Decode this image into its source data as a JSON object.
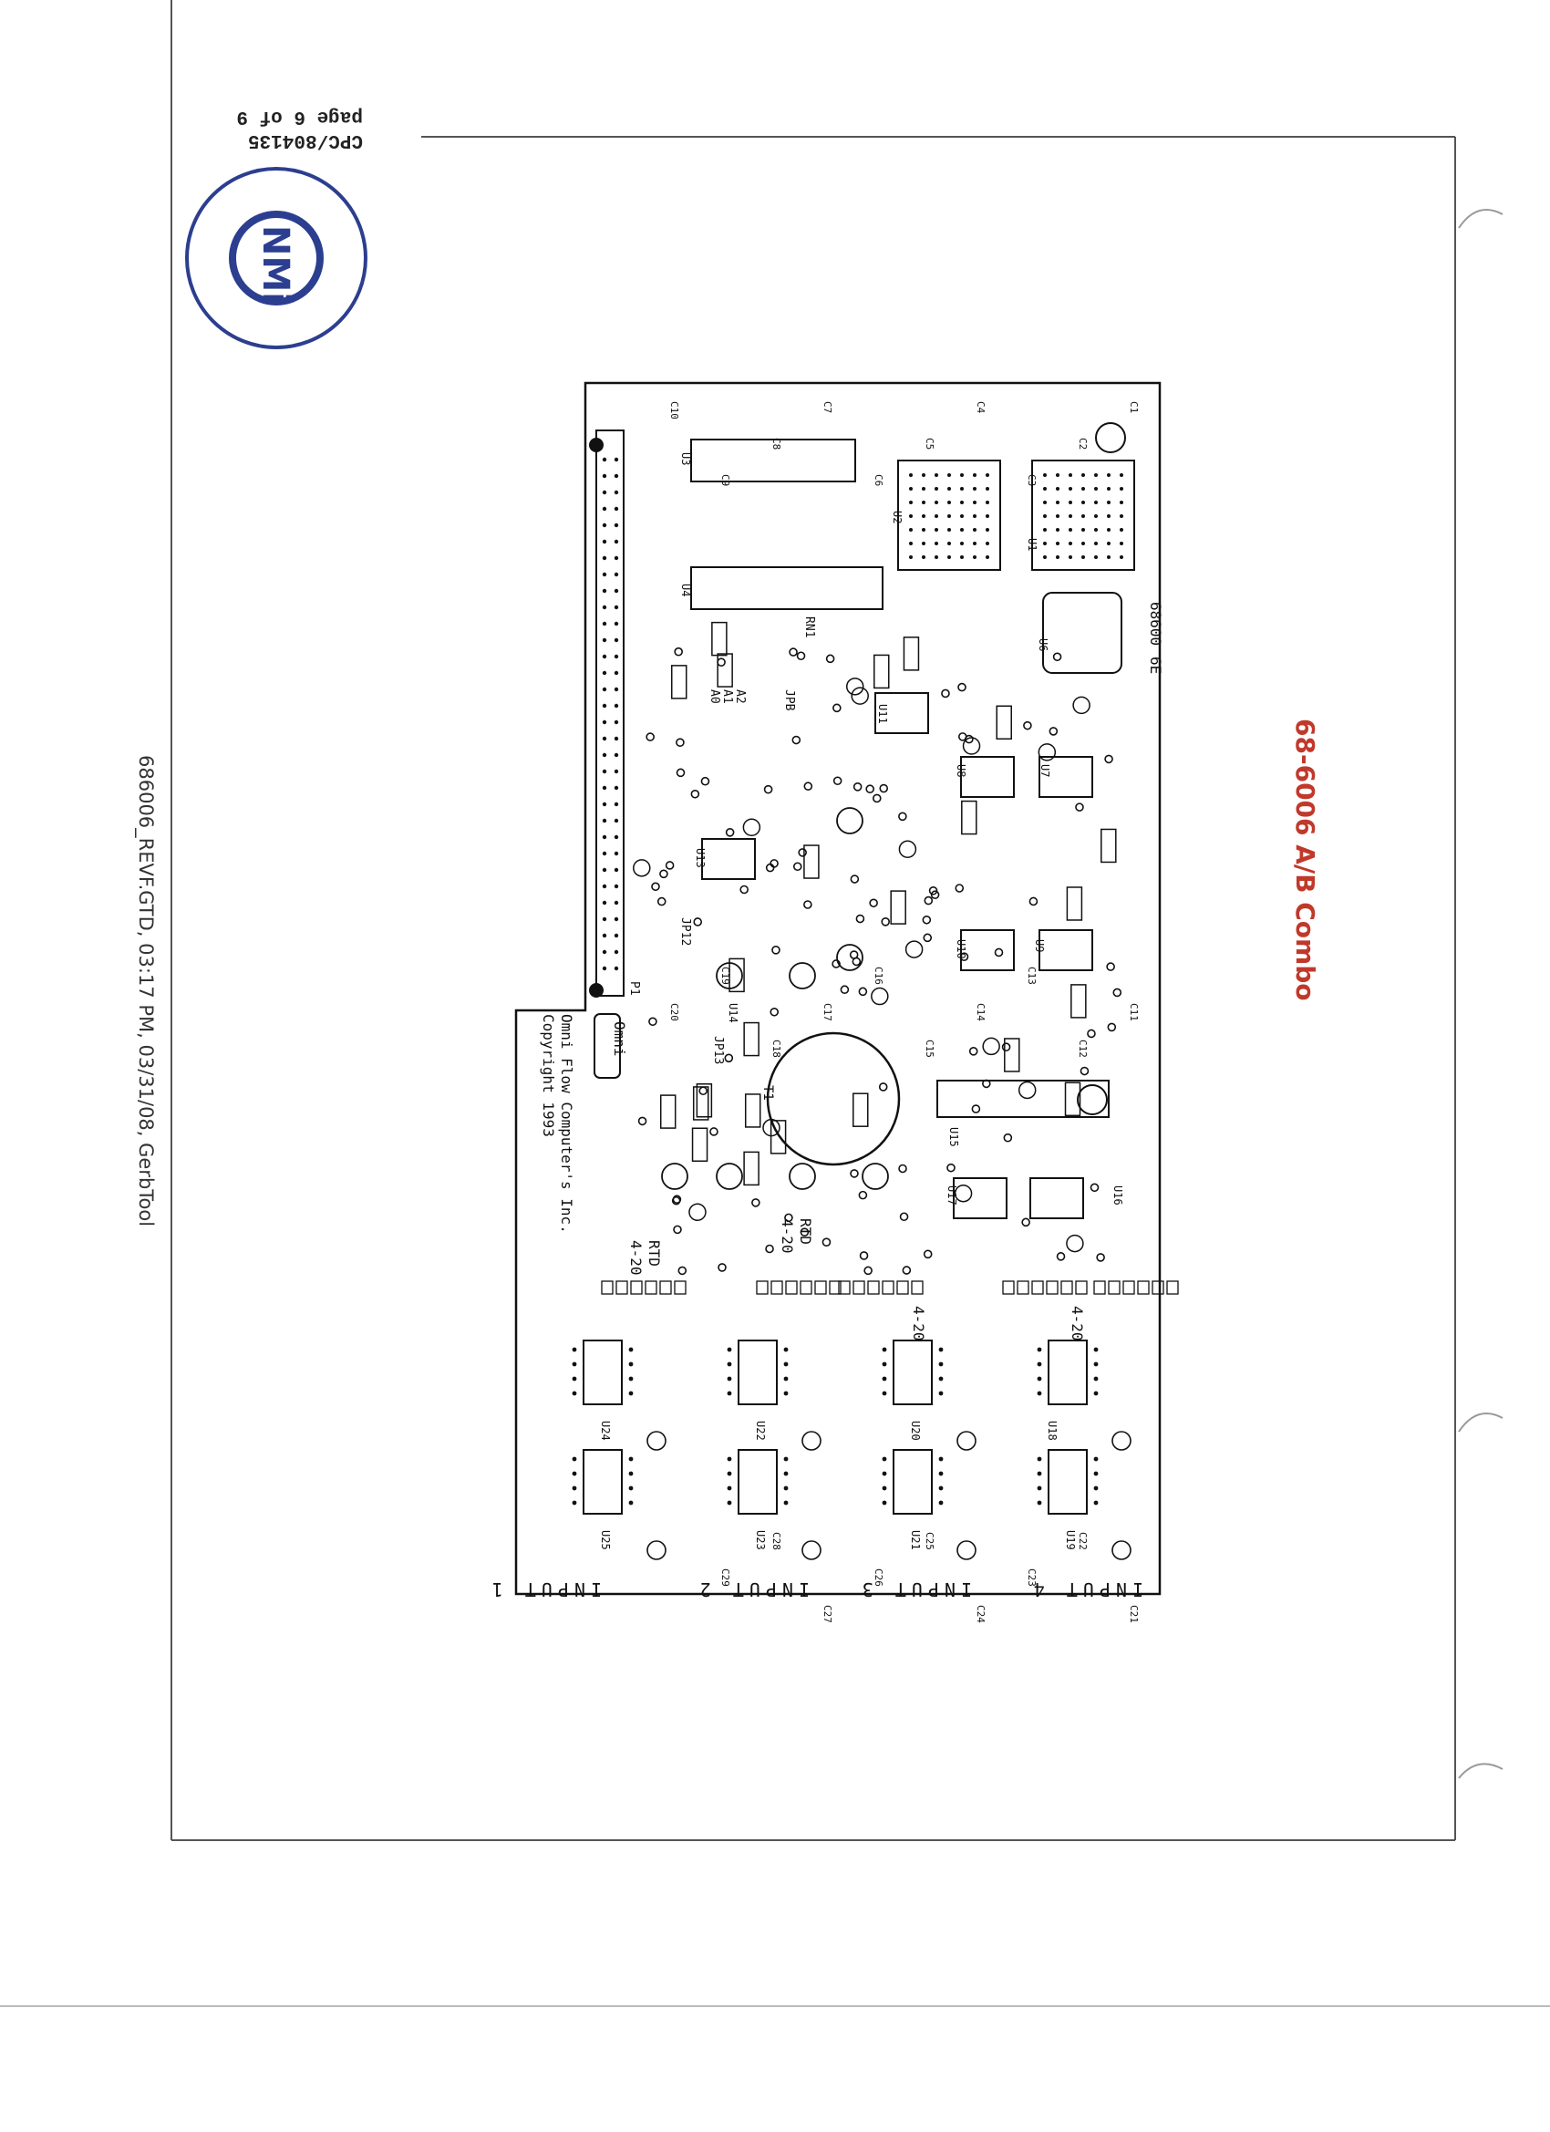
{
  "header": {
    "doc_number": "CPC/804135",
    "page_label": "page 6 of 9"
  },
  "stamp": {
    "logo_text": "NMi",
    "logo_icon": "nmi-approval-stamp-icon"
  },
  "board": {
    "title": "68-6006 A/B Combo",
    "part_number": "68600",
    "revision_mark": "6E",
    "manufacturer_line1": "Omni Flow Computer's Inc.",
    "copyright": "Copyright 1993",
    "logo": "Omni",
    "inputs": [
      {
        "label": "INPUT 1"
      },
      {
        "label": "INPUT 2"
      },
      {
        "label": "INPUT 3"
      },
      {
        "label": "INPUT 4"
      }
    ],
    "block_labels": {
      "rtd_1": "RTD",
      "range_1": "4-20",
      "rtd_2": "RTD",
      "range_2": "4-20",
      "range_3": "4-20",
      "range_4": "4-20"
    },
    "connectors": {
      "p1": "P1",
      "jp12": "JP12",
      "jp13": "JP13",
      "jpb": "JPB",
      "rn1": "RN1"
    },
    "ic_labels": [
      "U1",
      "U2",
      "U3",
      "U4",
      "U6",
      "U7",
      "U8",
      "U9",
      "U10",
      "U11",
      "U13",
      "U14",
      "U15",
      "U16",
      "U17",
      "U18",
      "U19",
      "U20",
      "U21",
      "U22",
      "U23",
      "U24",
      "U25"
    ],
    "cap_labels": [
      "C1",
      "C2",
      "C3",
      "C4",
      "C5",
      "C6",
      "C7",
      "C8",
      "C9",
      "C10",
      "C11",
      "C12",
      "C13",
      "C14",
      "C15",
      "C16",
      "C17",
      "C18",
      "C19",
      "C20",
      "C21",
      "C22",
      "C23",
      "C24",
      "C25",
      "C26",
      "C27",
      "C28",
      "C29"
    ],
    "address_labels": [
      "A2",
      "A1",
      "A0"
    ],
    "transformer": "T1"
  },
  "footer": {
    "text": "686006_REVF.GTD, 03:17 PM, 03/31/08, GerbTool"
  }
}
